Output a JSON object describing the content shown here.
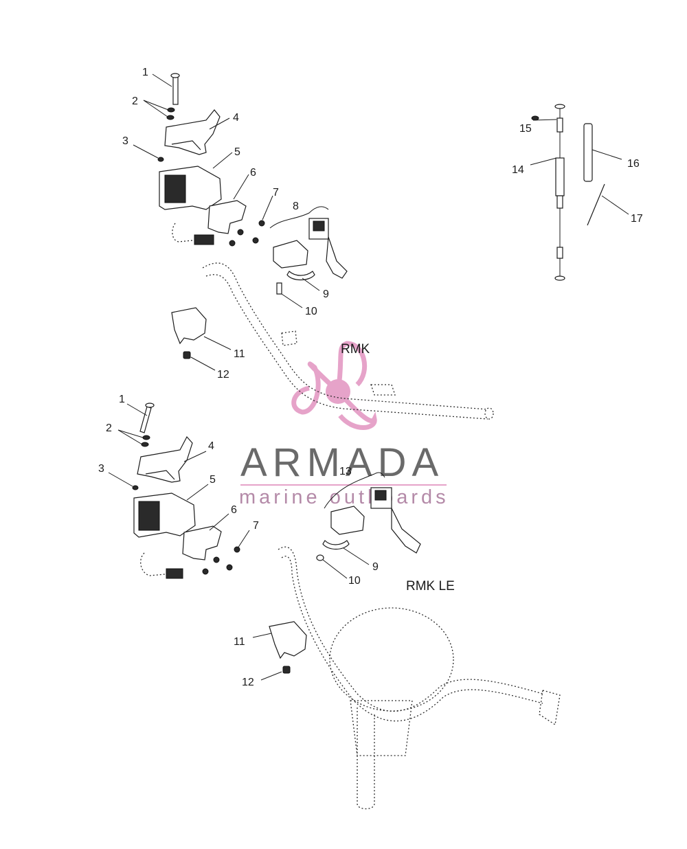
{
  "diagram": {
    "sections": [
      {
        "id": "top",
        "label": "RMK"
      },
      {
        "id": "bottom",
        "label": "RMK LE"
      }
    ],
    "callouts": {
      "top": [
        "1",
        "2",
        "3",
        "4",
        "5",
        "6",
        "7",
        "8",
        "9",
        "10",
        "11",
        "12"
      ],
      "bottom": [
        "1",
        "2",
        "3",
        "4",
        "5",
        "6",
        "7",
        "13",
        "9",
        "10",
        "11",
        "12"
      ],
      "cable": [
        "15",
        "14",
        "16",
        "17"
      ]
    }
  },
  "watermark": {
    "title": "ARMADA",
    "subtitle": "marine outboards",
    "colors": {
      "logo": "#e6a3c9",
      "title": "#6a6a6a",
      "subtitle": "#b48aa8"
    }
  }
}
